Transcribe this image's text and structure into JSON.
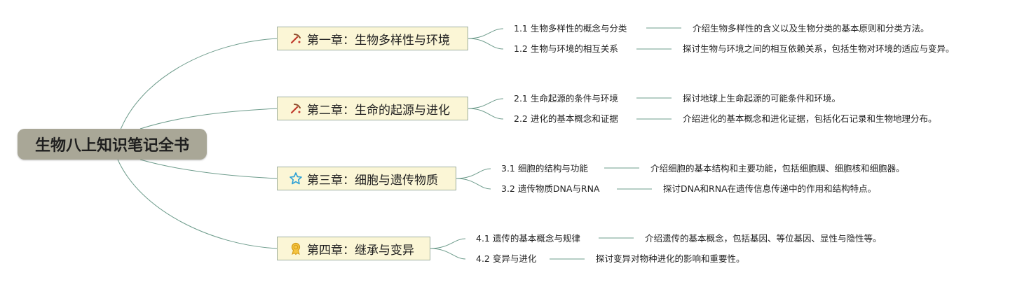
{
  "root": {
    "title": "生物八上知识笔记全书"
  },
  "chapters": [
    {
      "title": "第一章：生物多样性与环境",
      "icon": "pickaxe-icon",
      "sections": [
        {
          "title": "1.1 生物多样性的概念与分类",
          "desc": "介绍生物多样性的含义以及生物分类的基本原则和分类方法。"
        },
        {
          "title": "1.2 生物与环境的相互关系",
          "desc": "探讨生物与环境之间的相互依赖关系，包括生物对环境的适应与变异。"
        }
      ]
    },
    {
      "title": "第二章：生命的起源与进化",
      "icon": "pickaxe-icon",
      "sections": [
        {
          "title": "2.1 生命起源的条件与环境",
          "desc": "探讨地球上生命起源的可能条件和环境。"
        },
        {
          "title": "2.2 进化的基本概念和证据",
          "desc": "介绍进化的基本概念和进化证据，包括化石记录和生物地理分布。"
        }
      ]
    },
    {
      "title": "第三章：细胞与遗传物质",
      "icon": "star-icon",
      "sections": [
        {
          "title": "3.1 细胞的结构与功能",
          "desc": "介绍细胞的基本结构和主要功能，包括细胞膜、细胞核和细胞器。"
        },
        {
          "title": "3.2 遗传物质DNA与RNA",
          "desc": "探讨DNA和RNA在遗传信息传递中的作用和结构特点。"
        }
      ]
    },
    {
      "title": "第四章：继承与变异",
      "icon": "medal-icon",
      "sections": [
        {
          "title": "4.1 遗传的基本概念与规律",
          "desc": "介绍遗传的基本概念，包括基因、等位基因、显性与隐性等。"
        },
        {
          "title": "4.2 变异与进化",
          "desc": "探讨变异对物种进化的影响和重要性。"
        }
      ]
    }
  ],
  "colors": {
    "link": "#6e9c8c",
    "root_bg": "#a9a797",
    "chapter_bg": "#fbf6d6",
    "chapter_border": "#9eae9f"
  }
}
